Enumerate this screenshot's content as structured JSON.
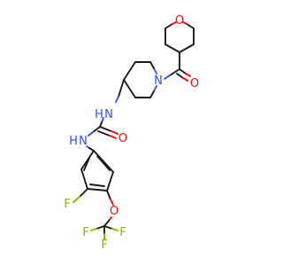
{
  "structure": {
    "atoms": {
      "o_ring": "O",
      "o_carbonyl_amide": "O",
      "n_piperidine": "N",
      "nh_upper": "N",
      "h_upper": "H",
      "o_urea": "O",
      "nh_lower": "N",
      "h_lower": "H",
      "f_aryl": "F",
      "o_ether": "O",
      "f_cf3_left": "F",
      "f_cf3_right": "F",
      "f_cf3_bottom": "F"
    },
    "colors": {
      "carbon_bond": "#1a1a1a",
      "oxygen": "#ff0d0d",
      "nitrogen": "#3050f8",
      "fluorine": "#7fb900"
    }
  }
}
